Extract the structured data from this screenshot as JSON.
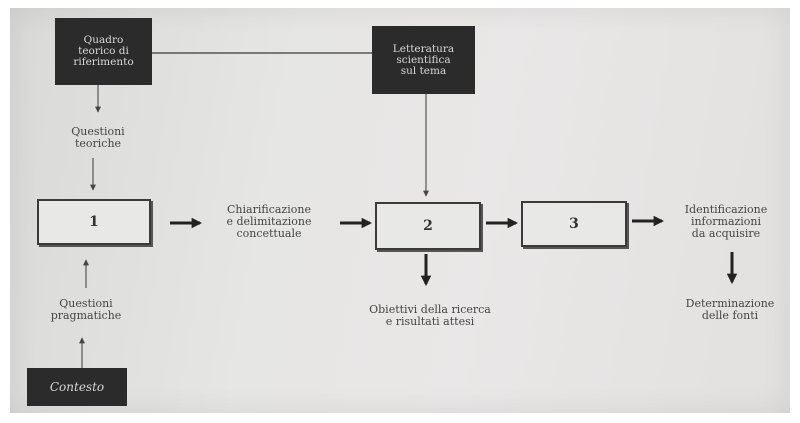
{
  "nodes": {
    "quadro": "Quadro\nteorico di\nriferimento",
    "letteratura": "Letteratura\nscientifica\nsul tema",
    "contesto": "Contesto",
    "box1": "1",
    "box2": "2",
    "box3": "3"
  },
  "labels": {
    "questioni_teoriche": "Questioni\nteoriche",
    "questioni_pragmatiche": "Questioni\npragmatiche",
    "chiarificazione": "Chiarificazione\ne delimitazione\nconcettuale",
    "obiettivi": "Obiettivi della ricerca\ne risultati attesi",
    "identificazione": "Identificazione\ninformazioni\nda acquisire",
    "determinazione": "Determinazione\ndelle fonti"
  }
}
